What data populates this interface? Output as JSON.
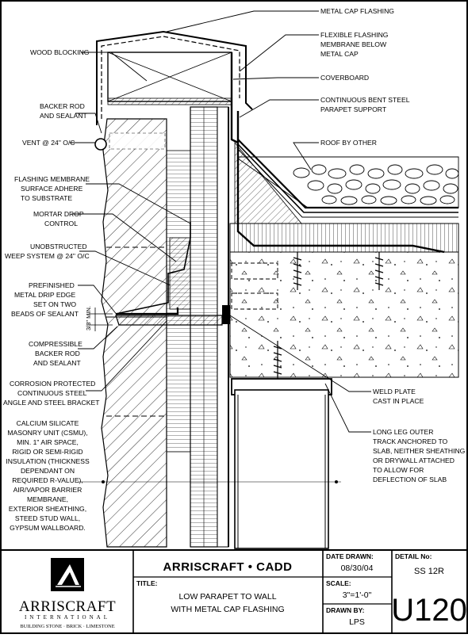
{
  "annotations": {
    "metal_cap_flashing": "METAL CAP FLASHING",
    "wood_blocking": "WOOD BLOCKING",
    "flexible_flashing": [
      "FLEXIBLE FLASHING",
      "MEMBRANE BELOW",
      "METAL CAP"
    ],
    "coverboard": "COVERBOARD",
    "backer_rod": [
      "BACKER ROD",
      "AND SEALANT"
    ],
    "continuous_bent_steel": [
      "CONTINUOUS BENT STEEL",
      "PARAPET SUPPORT"
    ],
    "vent": "VENT @ 24\" O/C",
    "roof_by_other": "ROOF BY OTHER",
    "flashing_membrane": [
      "FLASHING MEMBRANE",
      "SURFACE ADHERE",
      "TO SUBSTRATE"
    ],
    "mortar_drop": [
      "MORTAR DROP",
      "CONTROL"
    ],
    "weep_system": [
      "UNOBSTRUCTED",
      "WEEP SYSTEM @ 24\" O/C"
    ],
    "drip_edge": [
      "PREFINISHED",
      "METAL DRIP EDGE",
      "SET ON TWO",
      "BEADS OF SEALANT"
    ],
    "dimension": "3/8\" MIN.",
    "compressible_backer": [
      "COMPRESSIBLE",
      "BACKER ROD",
      "AND SEALANT"
    ],
    "corrosion_angle": [
      "CORROSION PROTECTED",
      "CONTINUOUS STEEL",
      "ANGLE AND STEEL BRACKET"
    ],
    "weld_plate": [
      "WELD PLATE",
      "CAST IN PLACE"
    ],
    "long_leg_track": [
      "LONG LEG OUTER",
      "TRACK ANCHORED TO",
      "SLAB, NEITHER SHEATHING",
      "OR DRYWALL ATTACHED",
      "TO ALLOW FOR",
      "DEFLECTION OF SLAB"
    ],
    "wall_assembly": [
      "CALCIUM SILICATE",
      "MASONRY UNIT (CSMU),",
      "MIN. 1\" AIR SPACE,",
      "RIGID OR SEMI-RIGID",
      "INSULATION (THICKNESS",
      "DEPENDANT ON",
      "REQUIRED R-VALUE),",
      "AIR/VAPOR BARRIER",
      "MEMBRANE,",
      "EXTERIOR SHEATHING,",
      "STEED STUD WALL,",
      "GYPSUM WALLBOARD."
    ]
  },
  "title_block": {
    "brand_header": "ARRISCRAFT • CADD",
    "title_label": "TITLE:",
    "title_lines": [
      "LOW PARAPET TO WALL",
      "WITH METAL CAP FLASHING"
    ],
    "date_label": "DATE DRAWN:",
    "date_value": "08/30/04",
    "scale_label": "SCALE:",
    "scale_value": "3\"=1'-0\"",
    "drawn_label": "DRAWN BY:",
    "drawn_value": "LPS",
    "detail_label": "DETAIL No:",
    "detail_sub": "SS 12R",
    "detail_number": "U120"
  },
  "logo": {
    "name": "ARRISCRAFT",
    "sub": "INTERNATIONAL",
    "tagline": "BUILDING STONE · BRICK · LIMESTONE"
  }
}
